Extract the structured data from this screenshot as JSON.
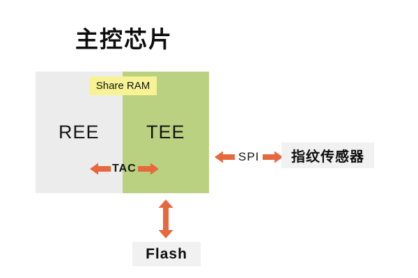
{
  "title": "主控芯片",
  "chip": {
    "ree_label": "REE",
    "tee_label": "TEE",
    "share_ram_label": "Share RAM"
  },
  "connections": {
    "tac_label": "TAC",
    "spi_label": "SPI"
  },
  "nodes": {
    "fingerprint_sensor_label": "指纹传感器",
    "flash_label": "Flash"
  },
  "colors": {
    "ree_bg": "#ececec",
    "tee_bg": "#b9d180",
    "share_ram_bg": "#f7f394",
    "arrow": "#e8683e",
    "node_bg": "#f1f1f1"
  }
}
